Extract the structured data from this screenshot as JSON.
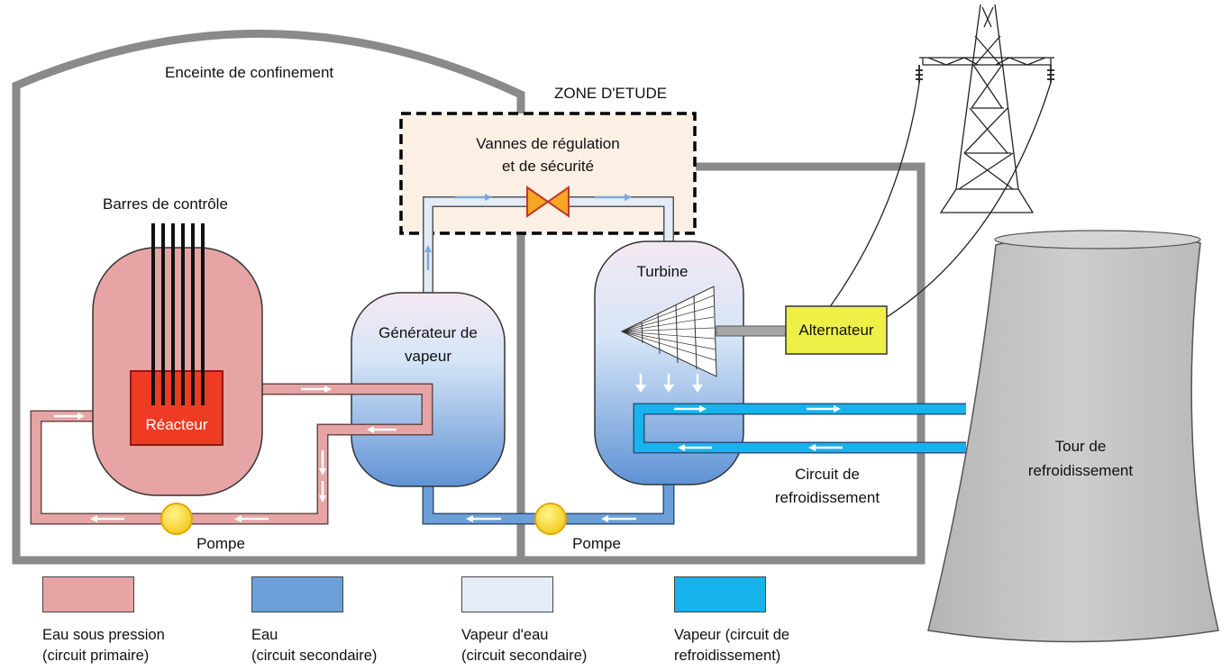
{
  "labels": {
    "containment": "Enceinte de confinement",
    "study_zone": "ZONE D'ETUDE",
    "valves_line1": "Vannes de régulation",
    "valves_line2": "et de sécurité",
    "control_rods": "Barres de contrôle",
    "reactor": "Réacteur",
    "steam_gen_line1": "Générateur de",
    "steam_gen_line2": "vapeur",
    "turbine": "Turbine",
    "alternator": "Alternateur",
    "pump_primary": "Pompe",
    "pump_secondary": "Pompe",
    "cooling_circuit_line1": "Circuit de",
    "cooling_circuit_line2": "refroidissement",
    "tower_line1": "Tour de",
    "tower_line2": "refroidissement"
  },
  "legend": [
    {
      "color": "#e6a4a4",
      "line1": "Eau sous pression",
      "line2": "(circuit primaire)"
    },
    {
      "color": "#6c9fd8",
      "line1": "Eau",
      "line2": "(circuit secondaire)"
    },
    {
      "color": "#e4edf7",
      "line1": "Vapeur d'eau",
      "line2": "(circuit secondaire)"
    },
    {
      "color": "#16b3ec",
      "line1": "Vapeur (circuit de",
      "line2": "refroidissement)"
    }
  ],
  "colors": {
    "wall": "#8a8a8a",
    "primary_water": "#e6a4a4",
    "reactor_core": "#ee3b24",
    "secondary_water": "#6c9fd8",
    "steam": "#e4edf7",
    "cooling": "#16b3ec",
    "alternator": "#eef047",
    "pump": "#f7d92f",
    "valve": "#f5a623",
    "study_zone_fill": "#fcefe4",
    "tower": "#c6c6c6"
  },
  "icons": {
    "valve": "butterfly-valve-icon",
    "pump": "pump-icon",
    "pylon": "electric-pylon-icon",
    "turbine": "turbine-blades-icon"
  }
}
